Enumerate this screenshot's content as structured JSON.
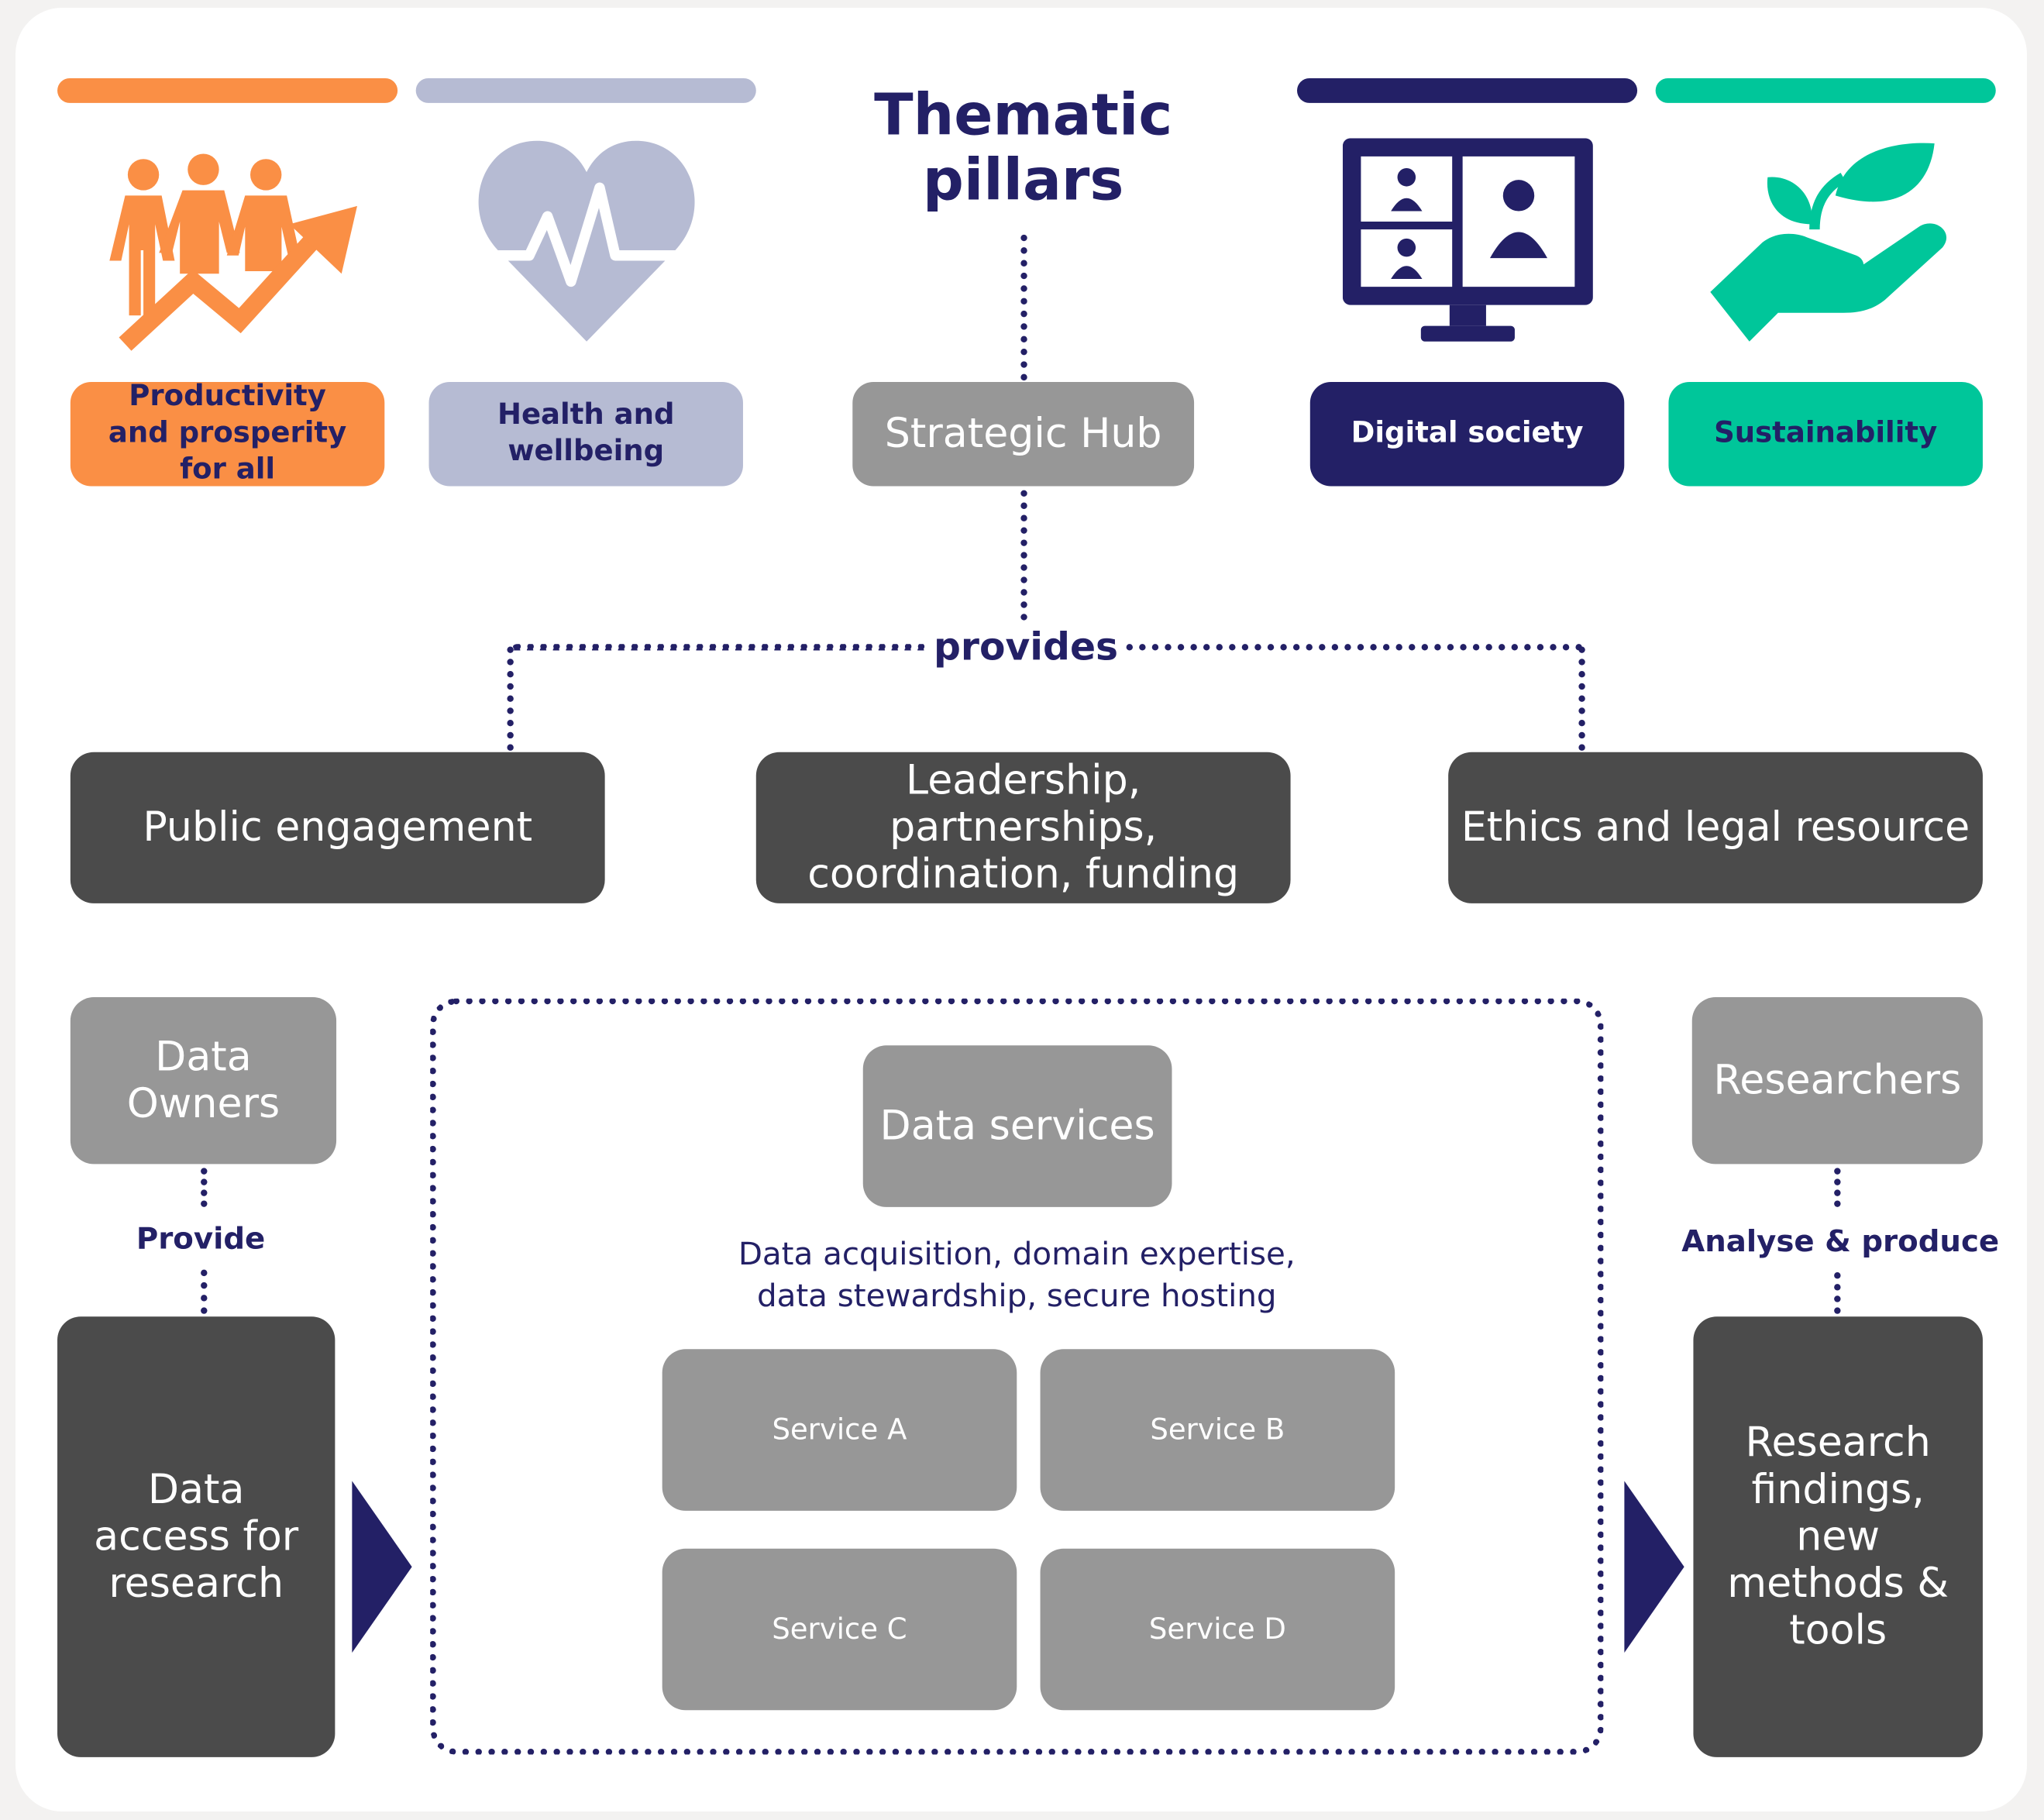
{
  "title": "Thematic pillars",
  "pillars": [
    {
      "label": "Productivity and prosperity for all",
      "icon": "people-growth-icon",
      "color": "#fa8f45"
    },
    {
      "label": "Health and wellbeing",
      "icon": "heart-rate-icon",
      "color": "#b6bbd3"
    },
    {
      "label": "Digital society",
      "icon": "video-call-monitor-icon",
      "color": "#232066"
    },
    {
      "label": "Sustainability",
      "icon": "hand-plant-icon",
      "color": "#00c69a"
    }
  ],
  "hub": {
    "label": "Strategic Hub",
    "connector": "provides"
  },
  "hub_outputs": [
    "Public engagement",
    "Leadership, partnerships, coordination, funding",
    "Ethics and legal resource"
  ],
  "data_owners": {
    "label": "Data Owners",
    "connector": "Provide",
    "output": "Data access for research"
  },
  "data_services": {
    "label": "Data services",
    "description": "Data acquisition, domain expertise, data stewardship, secure hosting",
    "services": [
      "Service A",
      "Service B",
      "Service C",
      "Service D"
    ]
  },
  "researchers": {
    "label": "Researchers",
    "connector": "Analyse & produce",
    "output": "Research findings, new methods & tools"
  },
  "colors": {
    "navy": "#232066",
    "dark_box": "#4b4b4b",
    "grey_box": "#979797"
  }
}
